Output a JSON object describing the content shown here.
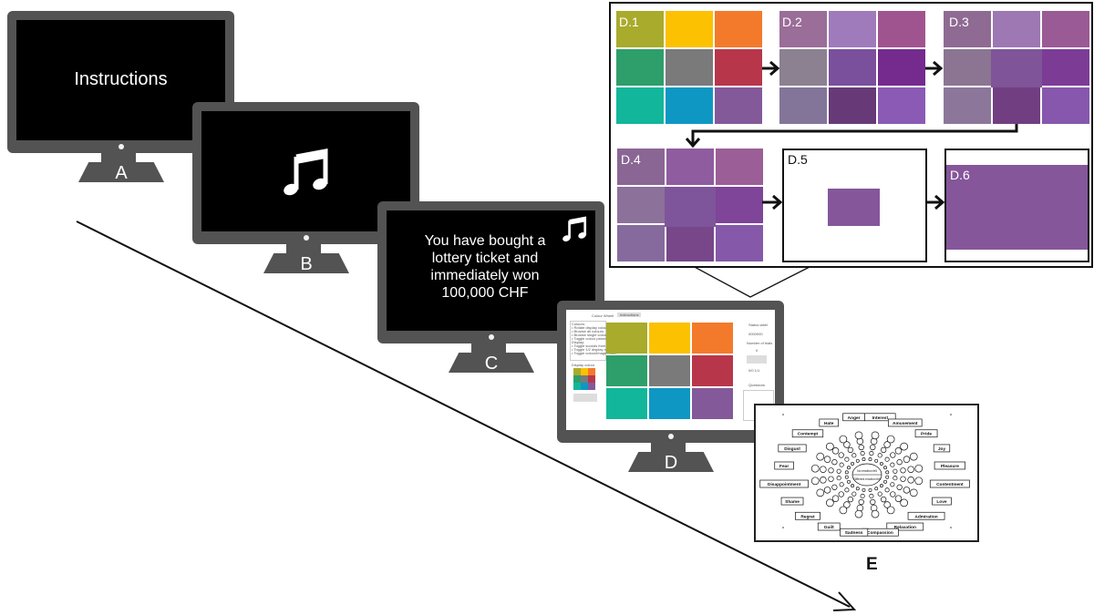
{
  "stages": {
    "a": {
      "label": "A",
      "screen_text": "Instructions"
    },
    "b": {
      "label": "B",
      "icon": "music-note-icon"
    },
    "c": {
      "label": "C",
      "screen_text": "You have bought a lottery ticket and immediately won 100,000 CHF",
      "icon": "music-note-icon"
    },
    "d": {
      "label": "D"
    },
    "e": {
      "label": "E"
    }
  },
  "panels": {
    "d1": {
      "label": "D.1",
      "colors": [
        "#a9ab2c",
        "#fcc100",
        "#f47a2b",
        "#2e9e6a",
        "#7a7a7a",
        "#b8364a",
        "#12b69a",
        "#0f97c4",
        "#83599a"
      ]
    },
    "d2": {
      "label": "D.2",
      "colors": [
        "#9b6d99",
        "#a07bbb",
        "#a0548f",
        "#8c8190",
        "#7a4f9c",
        "#742b8d",
        "#827599",
        "#673a77",
        "#8a5ab5"
      ]
    },
    "d3": {
      "label": "D.3",
      "colors": [
        "#8f6b94",
        "#9d78b3",
        "#9a5a95",
        "#8b7592",
        "#7f5498",
        "#7c3c96",
        "#8c779b",
        "#713f81",
        "#8657ad"
      ]
    },
    "d4": {
      "label": "D.4",
      "colors": [
        "#8a6694",
        "#8f5ca0",
        "#9c5e96",
        "#8c719a",
        "#7e559a",
        "#7e4598",
        "#866a9d",
        "#774789",
        "#8558a9"
      ]
    },
    "d5": {
      "label": "D.5",
      "color": "#85569a"
    },
    "d6": {
      "label": "D.6",
      "color": "#85569a"
    }
  },
  "d_ui": {
    "tabs": [
      "Colour Wheel",
      "Instructions"
    ],
    "instructions": [
      "Colours:",
      "• Rotate display colours",
      "• Browse all colours",
      "• Browse single colour",
      "• Toggle colour picker",
      "Display:",
      "• Toggle sounds from",
      "• Toggle 1/2 display rotate",
      "• Toggle colour/image rotate"
    ],
    "side_labels": [
      "Status label",
      "0000000",
      "Number of trials",
      "0",
      "0/0 1/1",
      "Questions"
    ],
    "swatch_label": "Display colour",
    "grid_colors": [
      "#a9ab2c",
      "#fcc100",
      "#f47a2b",
      "#2e9e6a",
      "#7a7a7a",
      "#b8364a",
      "#12b69a",
      "#0f97c4",
      "#83599a"
    ]
  },
  "emotions": [
    "Interest",
    "Amusement",
    "Pride",
    "Joy",
    "Pleasure",
    "Contentment",
    "Love",
    "Admiration",
    "Relaxation",
    "Compassion",
    "Sadness",
    "Guilt",
    "Regret",
    "Shame",
    "Disappointment",
    "Fear",
    "Disgust",
    "Contempt",
    "Hate",
    "Anger"
  ],
  "wheel_center": {
    "top": "No emotion felt",
    "bottom": "Different emotion felt"
  }
}
